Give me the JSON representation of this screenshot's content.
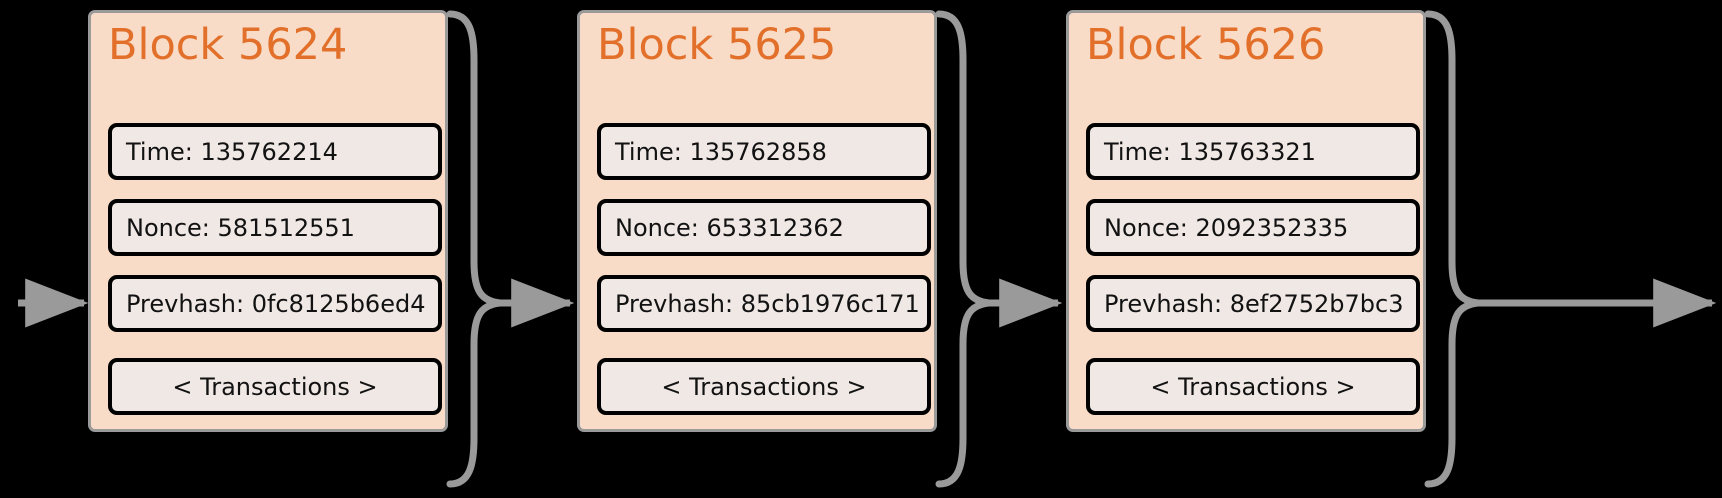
{
  "diagram": {
    "title": "blockchain-block-chain",
    "background_color": "#000000",
    "block_fill": "#f8dcc8",
    "block_border": "#9a9a9a",
    "field_fill": "#f0e8e5",
    "field_border": "#000000",
    "title_color": "#e2702a",
    "connector_color": "#9a9a9a"
  },
  "blocks": [
    {
      "title": "Block 5624",
      "time": "Time: 135762214",
      "nonce": "Nonce: 581512551",
      "prevhash": "Prevhash: 0fc8125b6ed4",
      "transactions": "< Transactions >"
    },
    {
      "title": "Block 5625",
      "time": "Time: 135762858",
      "nonce": "Nonce: 653312362",
      "prevhash": "Prevhash: 85cb1976c171",
      "transactions": "< Transactions >"
    },
    {
      "title": "Block 5626",
      "time": "Time: 135763321",
      "nonce": "Nonce: 2092352335",
      "prevhash": "Prevhash: 8ef2752b7bc3",
      "transactions": "< Transactions >"
    }
  ],
  "connectors": [
    {
      "name": "incoming-arrow-left"
    },
    {
      "name": "connector-5624-to-5625"
    },
    {
      "name": "connector-5625-to-5626"
    },
    {
      "name": "outgoing-arrow-right"
    }
  ]
}
